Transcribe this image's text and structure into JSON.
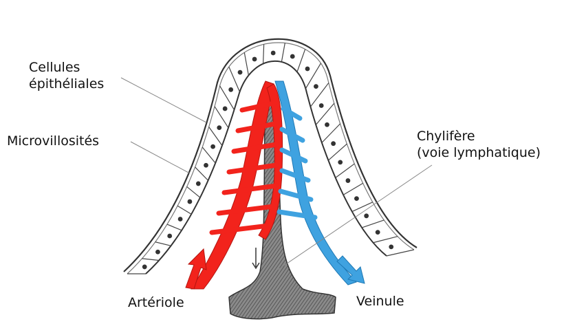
{
  "labels": {
    "cells_line1": "Cellules",
    "cells_line2": "épithéliales",
    "microvilli": "Microvillosités",
    "chyle_line1": "Chylifère",
    "chyle_line2": "(voie lymphatique)",
    "arteriole": "Artériole",
    "venule": "Veinule"
  },
  "colors": {
    "arterial": "#f2231c",
    "venous": "#3fa2e0",
    "lacteal": "#7d7d7d",
    "outline": "#333333"
  }
}
